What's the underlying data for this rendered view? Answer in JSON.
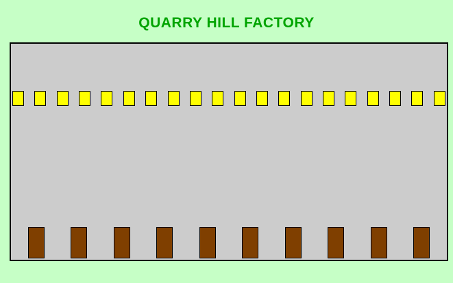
{
  "title": "QUARRY HILL FACTORY",
  "colors": {
    "background": "#C6FFC6",
    "title_text": "#00A400",
    "panel_fill": "#CCCCCC",
    "panel_border": "#000000",
    "lamp_fill": "#FFFF00",
    "lamp_border": "#000000",
    "bin_fill": "#7F3F00",
    "bin_border": "#000000"
  },
  "panel": {
    "lamp_count": 20,
    "bin_count": 10
  }
}
